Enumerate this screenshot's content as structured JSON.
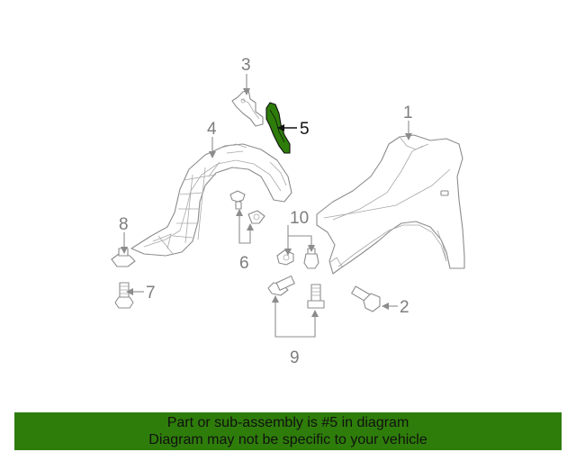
{
  "diagram": {
    "callouts": {
      "c1": "1",
      "c2": "2",
      "c3": "3",
      "c4": "4",
      "c5": "5",
      "c6": "6",
      "c7": "7",
      "c8": "8",
      "c9": "9",
      "c10": "10"
    },
    "highlighted_part": "5",
    "highlight_color": "#2e7d0a",
    "line_color": "#8c8c8c"
  },
  "banner": {
    "line1": "Part or sub-assembly is #5 in diagram",
    "line2": "Diagram may not be specific to your vehicle",
    "background": "#2e7d0a"
  }
}
